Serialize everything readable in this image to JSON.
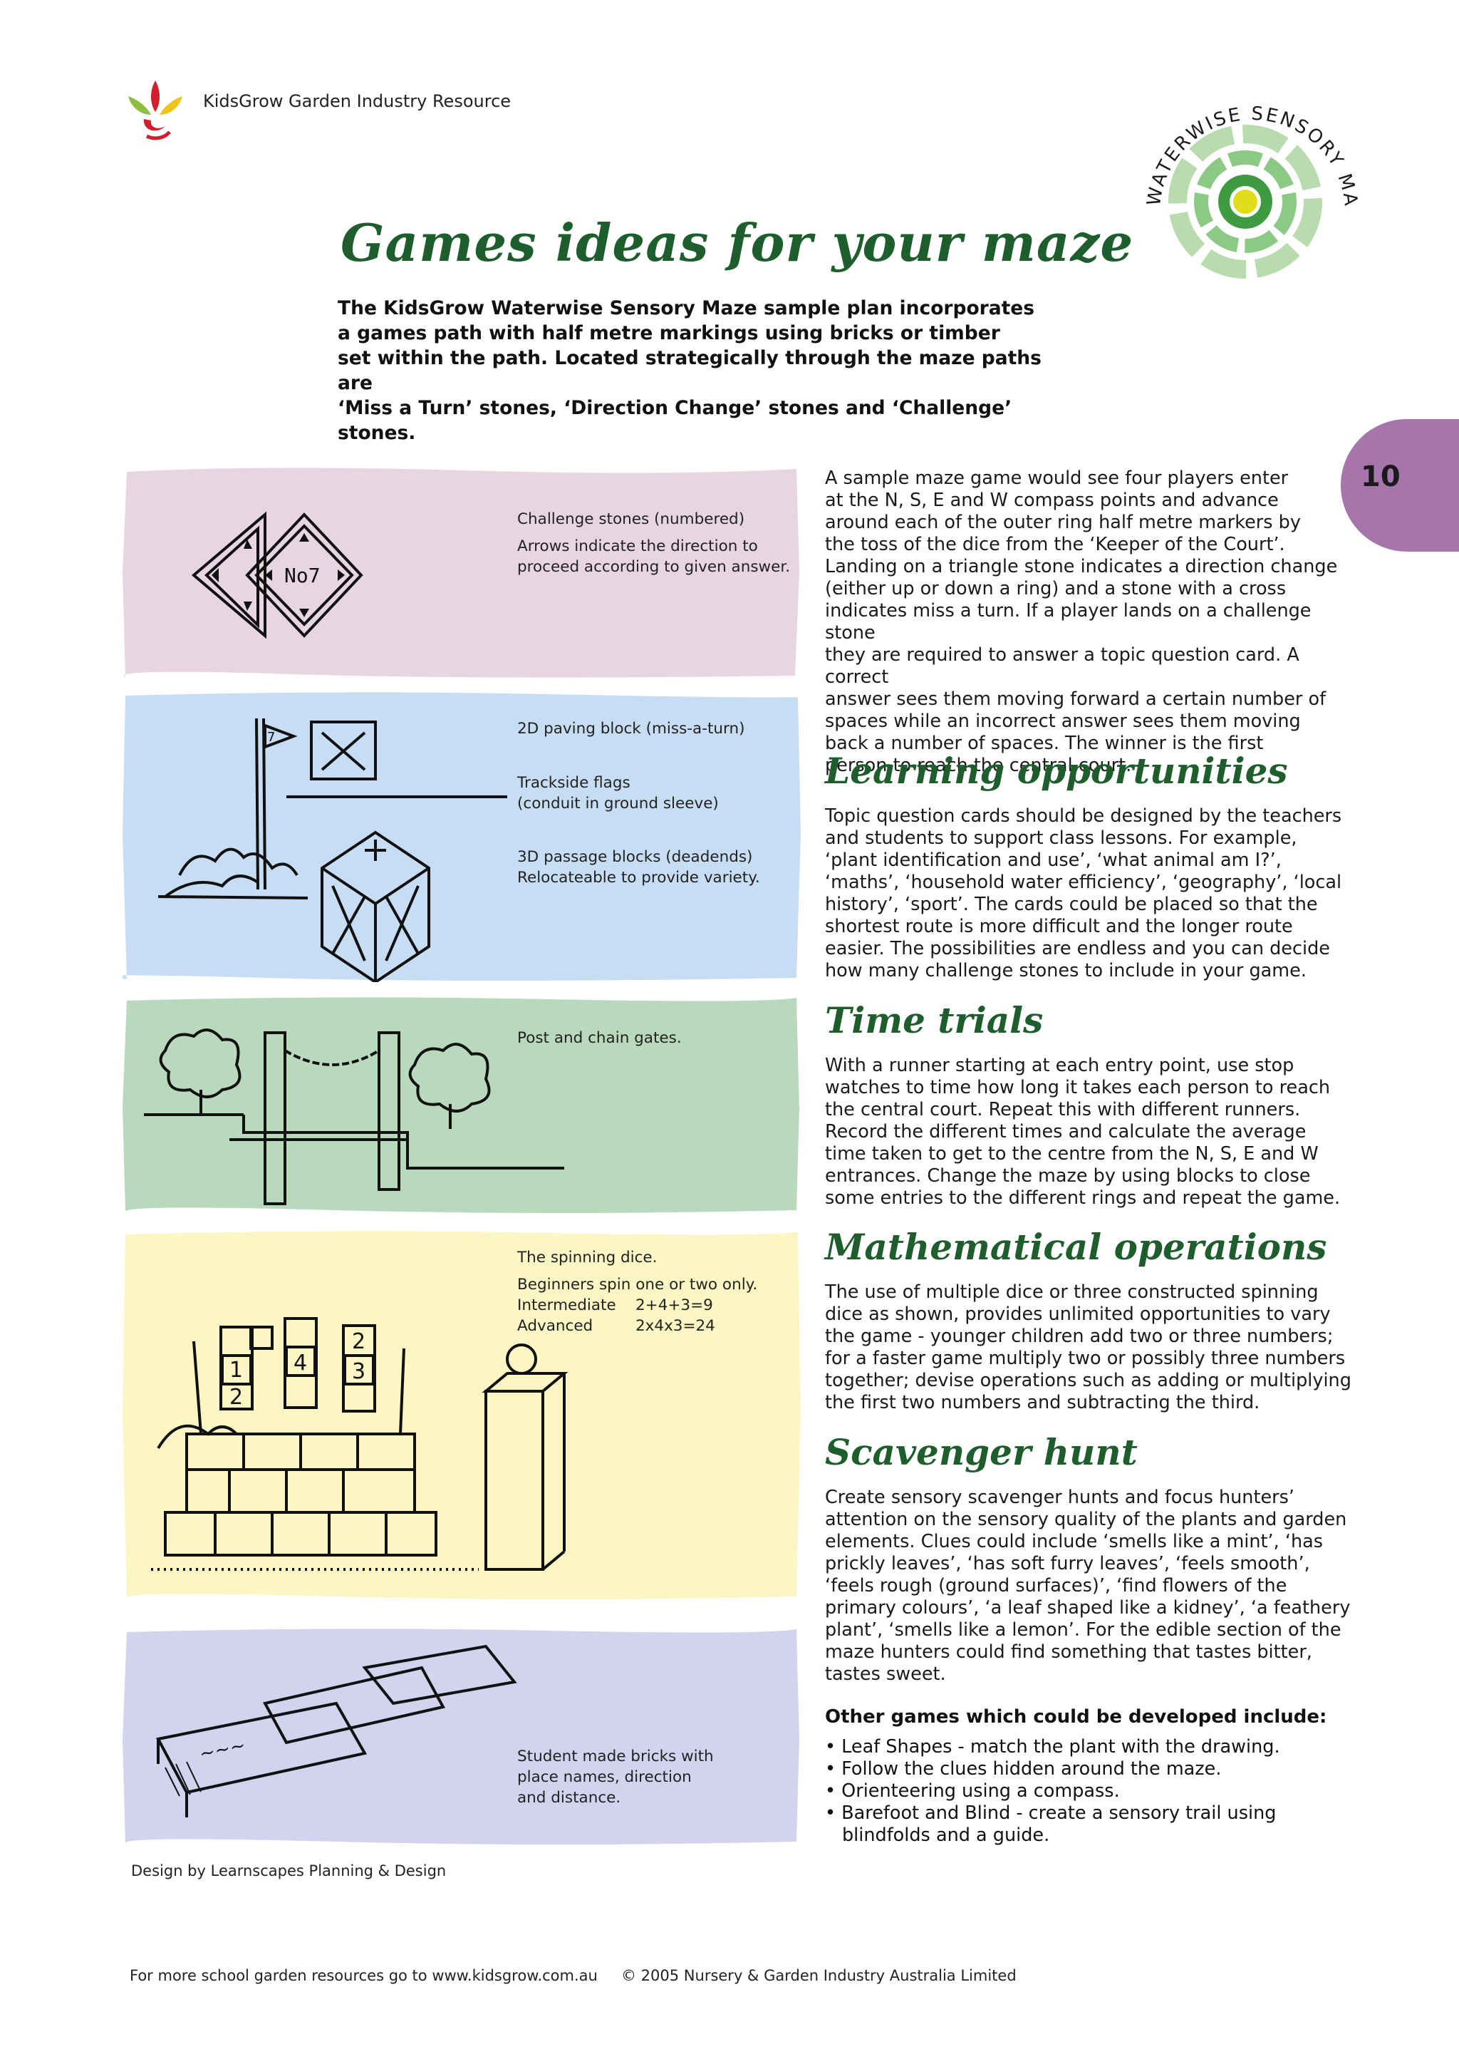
{
  "header": {
    "resource": "KidsGrow Garden Industry Resource"
  },
  "badge": {
    "text": "WATERWISE SENSORY MAZE"
  },
  "page_number": "10",
  "title": "Games ideas for your maze",
  "intro_lines": [
    "The KidsGrow Waterwise Sensory Maze sample plan incorporates",
    "a games path with half metre markings using bricks or timber",
    "set within the path. Located strategically through the maze paths are",
    "‘Miss a Turn’ stones, ‘Direction Change’ stones and ‘Challenge’ stones."
  ],
  "panels": {
    "challenge": {
      "cap1": "Challenge stones (numbered)",
      "cap2": "Arrows indicate the direction to",
      "cap3": "proceed according to given answer.",
      "stone_label": "No7",
      "color": "#e8d5e2"
    },
    "blocks": {
      "cap1": "2D paving block (miss-a-turn)",
      "cap2": "Trackside flags",
      "cap3": "(conduit in ground sleeve)",
      "cap4": "3D passage blocks (deadends)",
      "cap5": "Relocateable to provide variety.",
      "flag_label": "7",
      "color": "#c7ddf4"
    },
    "gates": {
      "cap1": "Post and chain gates.",
      "color": "#b9d9bd"
    },
    "dice": {
      "cap1": "The spinning dice.",
      "cap2": "Beginners spin one or two only.",
      "cap3": "Intermediate",
      "cap3b": "2+4+3=9",
      "cap4": "Advanced",
      "cap4b": "2x4x3=24",
      "d1": "1",
      "d2": "2",
      "d3": "4",
      "d4": "2",
      "d5": "3",
      "color": "#fbf6c4"
    },
    "bricks": {
      "cap1": "Student made bricks with",
      "cap2": "place names, direction",
      "cap3": "and distance.",
      "color": "#d2d3ee"
    }
  },
  "main_para": [
    "A sample maze game would see four players enter",
    "at the N, S, E and W compass points and advance",
    "around each of the outer ring half metre markers by",
    "the toss of the dice from the ‘Keeper of the Court’.",
    "Landing on a triangle stone indicates a direction change",
    "(either up or down a ring) and a stone with a cross",
    "indicates miss a turn. If a player lands on a challenge stone",
    "they are required to answer a topic question card. A correct",
    "answer sees them moving forward a certain number of",
    "spaces while an incorrect answer sees them moving",
    "back a number of spaces. The winner is the first",
    "person to reach the central court."
  ],
  "sections": {
    "learning": {
      "heading": "Learning opportunities",
      "text": "Topic question cards should be designed by the teachers and students to support class lessons. For example, ‘plant identification and use’, ‘what animal am I?’, ‘maths’, ‘household water efficiency’, ‘geography’, ‘local history’, ‘sport’. The cards could be placed so that the shortest route is more difficult and the longer route easier. The possibilities are endless and you can decide how many challenge stones to include in your game."
    },
    "time": {
      "heading": "Time trials",
      "text": "With a runner starting at each entry point, use stop watches to time how long it takes each person to reach the central court. Repeat this with different runners. Record the different times and calculate the average time taken to get to the centre from the N, S, E and W entrances. Change the maze by using blocks to close some entries to the different rings and repeat the game."
    },
    "math": {
      "heading": "Mathematical operations",
      "text": "The use of multiple dice or three constructed spinning dice as shown, provides unlimited opportunities to vary the game - younger children add two or three numbers; for a faster game multiply two or possibly three numbers together; devise operations such as adding or multiplying the first two numbers and subtracting the third."
    },
    "scavenger": {
      "heading": "Scavenger hunt",
      "text": "Create sensory scavenger hunts and focus hunters’ attention on the sensory quality of the plants and garden elements. Clues could include ‘smells like a mint’, ‘has prickly leaves’, ‘has soft furry leaves’, ‘feels smooth’, ‘feels rough (ground surfaces)’, ‘find flowers of the primary colours’, ‘a leaf shaped like a kidney’, ‘a feathery plant’, ‘smells like a lemon’. For the edible section of the maze hunters could find something that tastes bitter, tastes sweet."
    }
  },
  "other": {
    "heading": "Other games which could be developed include:",
    "items": [
      "• Leaf Shapes - match the plant with the drawing.",
      "• Follow the clues hidden around the maze.",
      "• Orienteering using a compass.",
      "• Barefoot and Blind - create a sensory trail using blindfolds and a guide."
    ]
  },
  "credit": "Design by Learnscapes Planning & Design",
  "footer": {
    "left": "For more school garden resources go to www.kidsgrow.com.au",
    "right": "© 2005 Nursery & Garden Industry Australia Limited"
  },
  "colors": {
    "title_green": "#1d5e2c",
    "tab_purple": "#a575ab"
  }
}
